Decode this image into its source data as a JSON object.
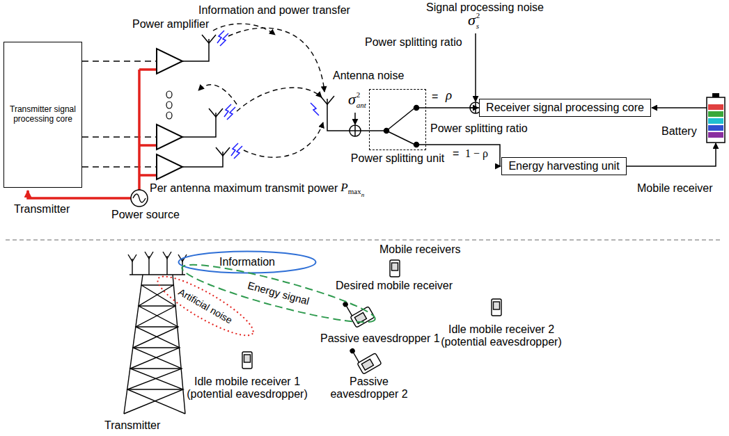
{
  "diagram": {
    "nodes": [
      {
        "text": [
          "Transmitter signal processing core"
        ]
      },
      {
        "text": [
          "Power splitting unit"
        ]
      },
      {
        "text": [
          "Receiver signal processing core"
        ]
      },
      {
        "text": [
          "Energy harvesting unit"
        ]
      },
      {
        "text": [
          "Information"
        ]
      },
      {
        "text": [
          "Energy signal"
        ]
      },
      {
        "text": [
          "Artificial noise"
        ]
      }
    ],
    "edges": [
      {
        "from": 1,
        "to": 2,
        "arrow": "to"
      },
      {
        "from": 1,
        "to": 3,
        "arrow": "to"
      }
    ],
    "labels": [
      "Information and power transfer",
      "Signal processing noise",
      "σ",
      "2",
      "s",
      "Power splitting ratio",
      "=",
      "ρ",
      "Power splitting ratio",
      "=",
      "1 − ρ",
      "Antenna noise",
      "σ",
      "2",
      "ant",
      "Power amplifier",
      "Per antenna maximum transmit power",
      "P",
      "max",
      "n",
      "Transmitter",
      "Power source",
      "Battery",
      "Mobile receiver",
      "Mobile receivers",
      "Desired mobile receiver",
      "Passive eavesdropper 1",
      "Idle mobile receiver 2 (potential eavesdropper)",
      "Transmitter",
      "Idle mobile receiver 1 (potential eavesdropper)",
      "Passive eavesdropper 2"
    ]
  }
}
